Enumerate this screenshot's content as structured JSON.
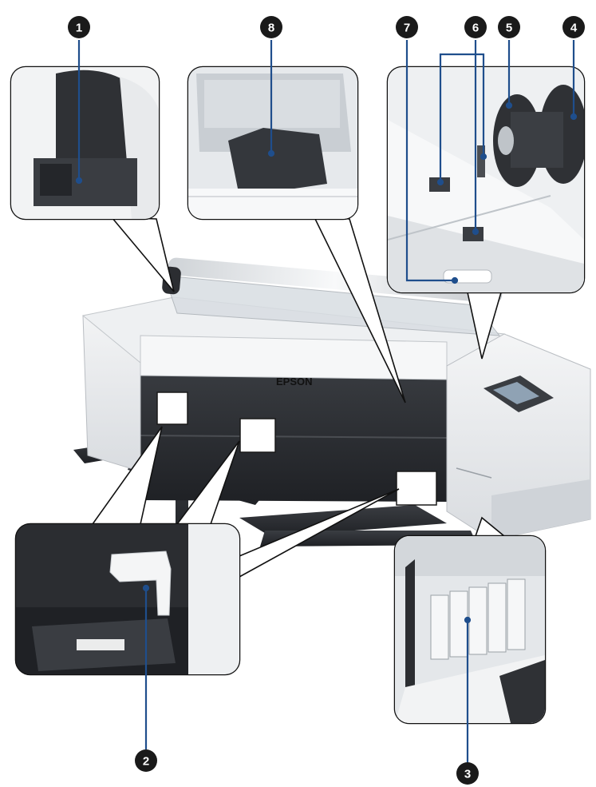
{
  "figure": {
    "brand_label": "EPSON",
    "callouts": [
      {
        "id": "1",
        "number": "1"
      },
      {
        "id": "2",
        "number": "2"
      },
      {
        "id": "3",
        "number": "3"
      },
      {
        "id": "4",
        "number": "4"
      },
      {
        "id": "5",
        "number": "5"
      },
      {
        "id": "6",
        "number": "6"
      },
      {
        "id": "7",
        "number": "7"
      },
      {
        "id": "8",
        "number": "8"
      }
    ],
    "colors": {
      "badge": "#1a1a1a",
      "leader": "#1f4e8c",
      "frame": "#111111",
      "printer_body": "#e9ebed",
      "printer_dark": "#2b2d31",
      "printer_mid": "#6f7379"
    }
  }
}
